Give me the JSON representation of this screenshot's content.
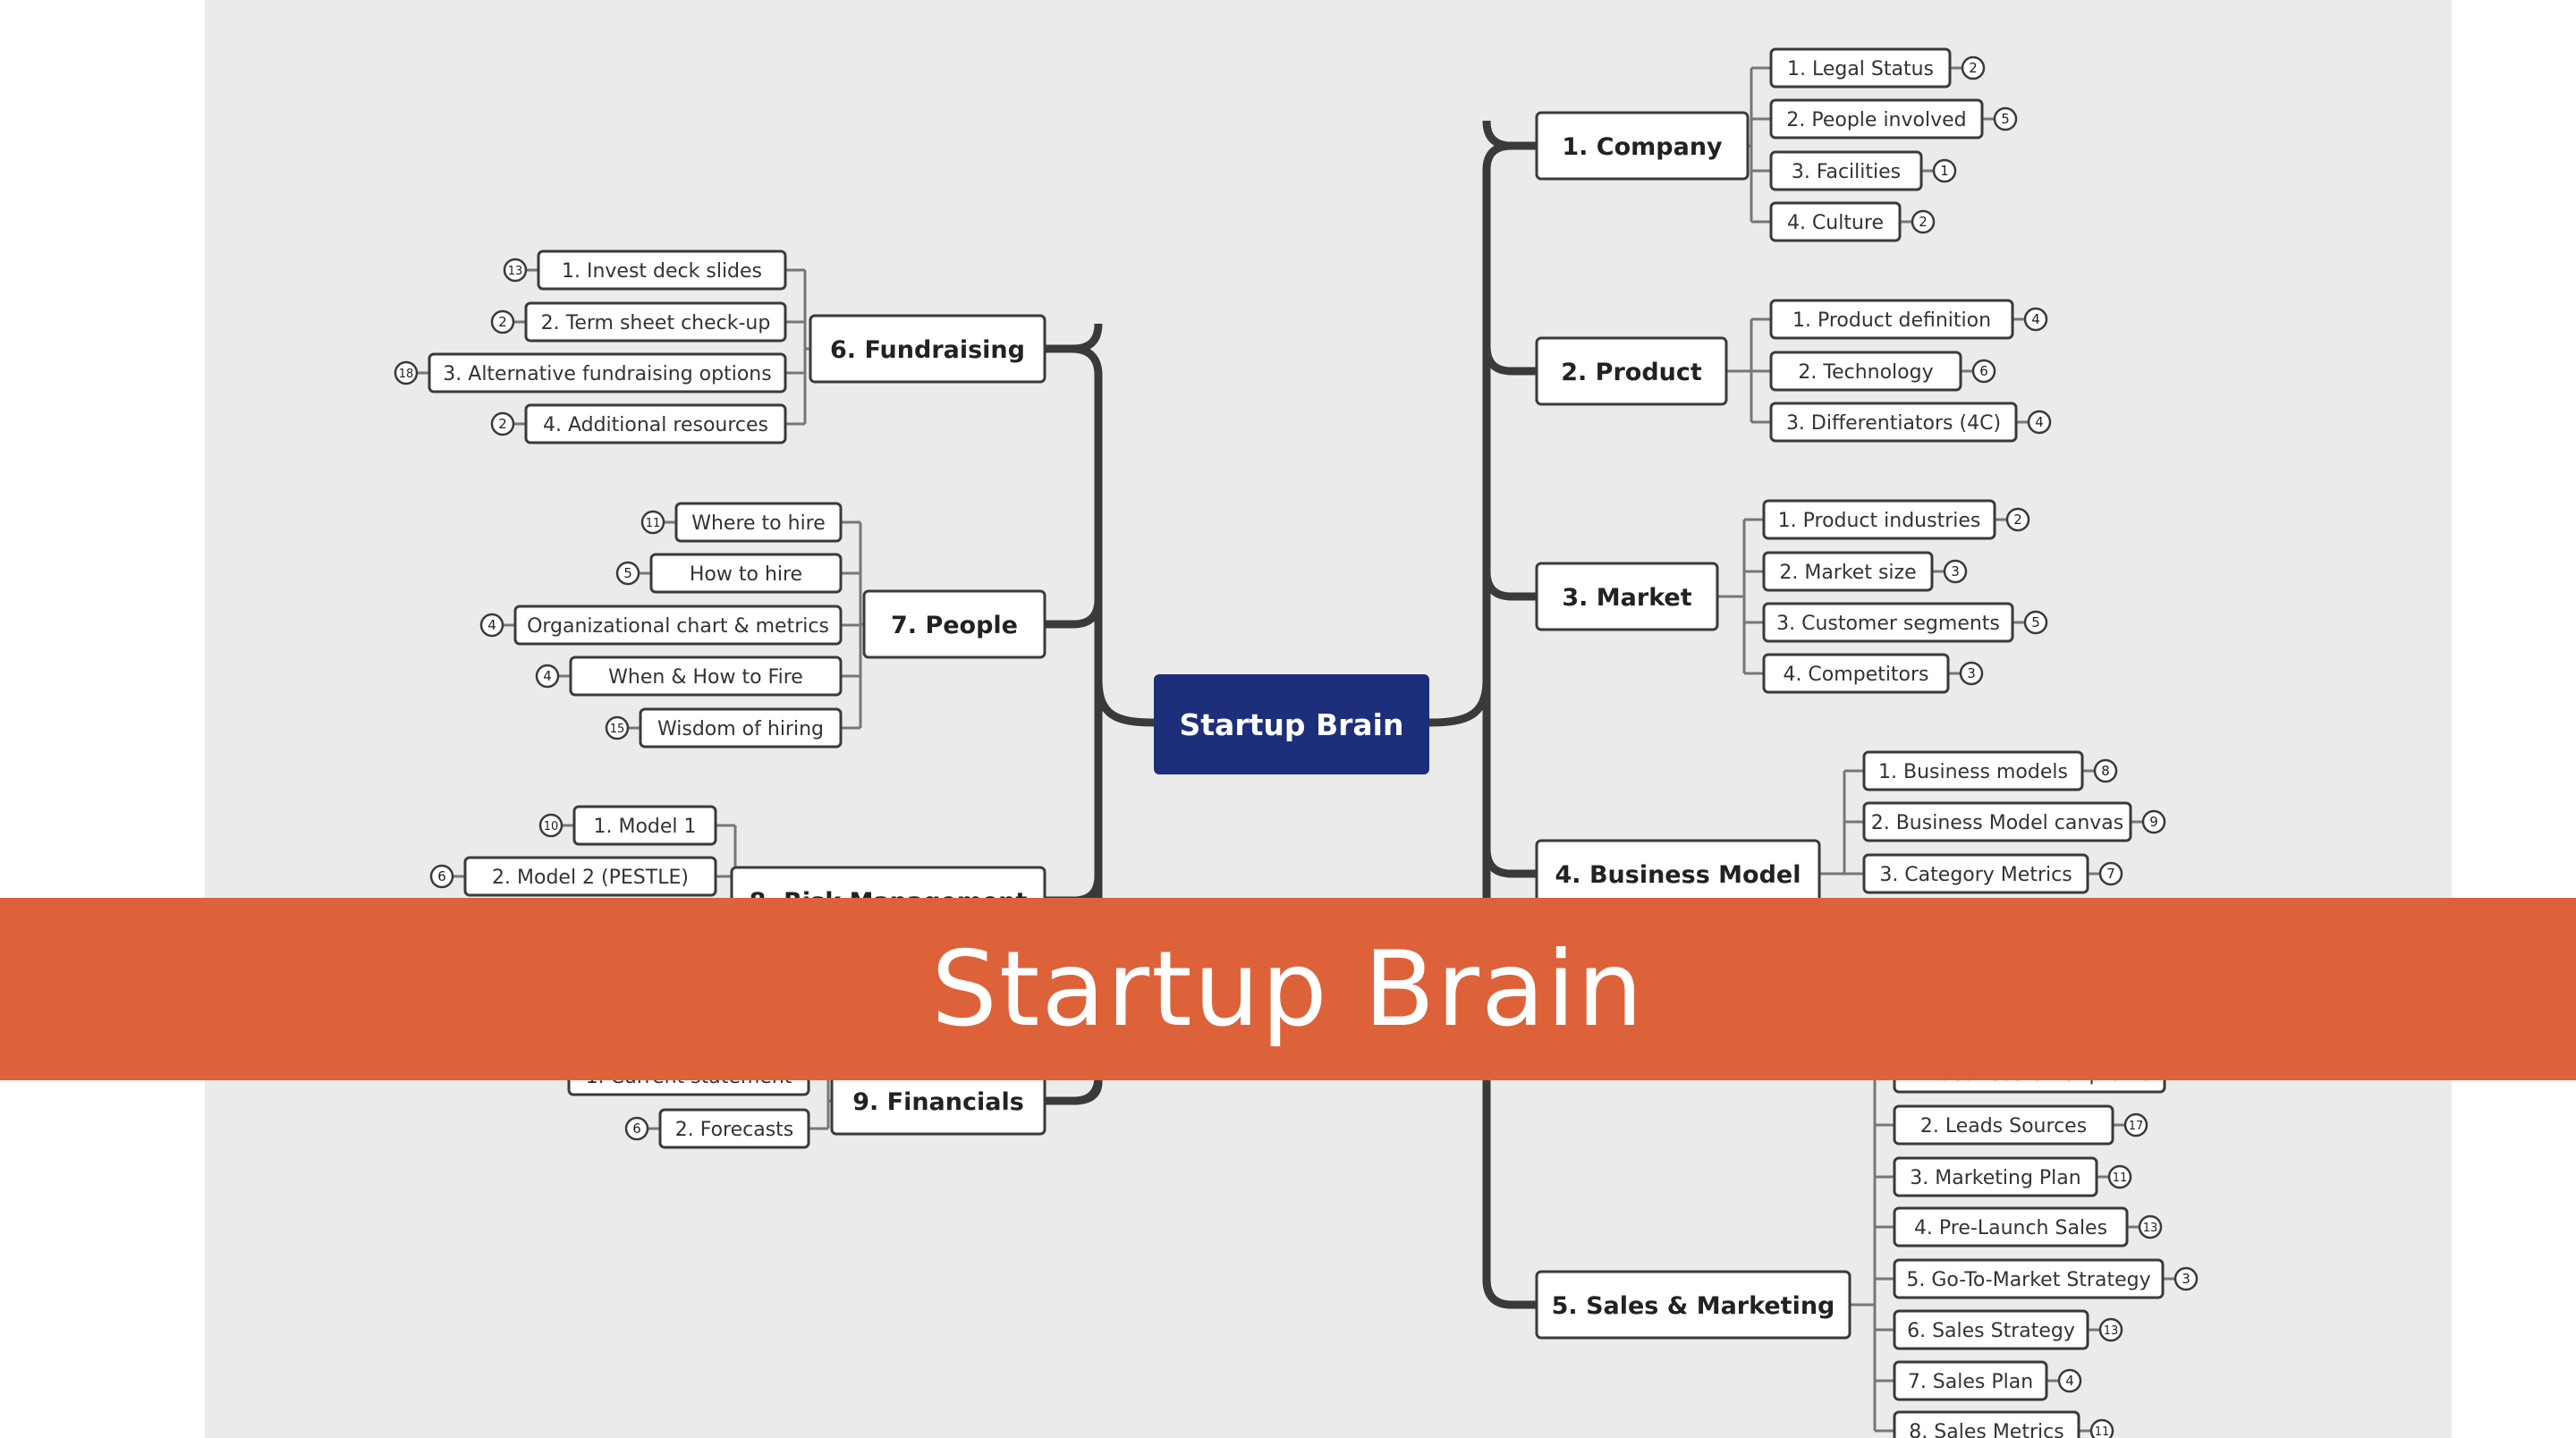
{
  "colors": {
    "background": "#ebebeb",
    "central_fill": "#1d2f7a",
    "central_text": "#ffffff",
    "lines": "#3a3a3a",
    "node_border": "#3a3a3a",
    "banner": "#dd623a",
    "banner_text": "#ffffff"
  },
  "banner": {
    "title": "Startup Brain"
  },
  "mindmap": {
    "central": "Startup Brain",
    "branches": [
      {
        "id": "company",
        "label": "1. Company",
        "children": [
          {
            "label": "1. Legal Status",
            "count": "2"
          },
          {
            "label": "2. People involved",
            "count": "5"
          },
          {
            "label": "3. Facilities",
            "count": "1"
          },
          {
            "label": "4. Culture",
            "count": "2"
          }
        ]
      },
      {
        "id": "product",
        "label": "2. Product",
        "children": [
          {
            "label": "1. Product definition",
            "count": "4"
          },
          {
            "label": "2. Technology",
            "count": "6"
          },
          {
            "label": "3. Differentiators (4C)",
            "count": "4"
          }
        ]
      },
      {
        "id": "market",
        "label": "3. Market",
        "children": [
          {
            "label": "1. Product industries",
            "count": "2"
          },
          {
            "label": "2. Market size",
            "count": "3"
          },
          {
            "label": "3. Customer segments",
            "count": "5"
          },
          {
            "label": "4. Competitors",
            "count": "3"
          }
        ]
      },
      {
        "id": "business",
        "label": "4. Business Model",
        "children": [
          {
            "label": "1. Business models",
            "count": "8"
          },
          {
            "label": "2. Business Model canvas",
            "count": "9"
          },
          {
            "label": "3. Category Metrics",
            "count": "7"
          }
        ]
      },
      {
        "id": "sales",
        "label": "5. Sales & Marketing",
        "children": [
          {
            "label": "1. Ideal Customer profile",
            "count": ""
          },
          {
            "label": "2. Leads Sources",
            "count": "17"
          },
          {
            "label": "3. Marketing Plan",
            "count": "11"
          },
          {
            "label": "4. Pre-Launch Sales",
            "count": "13"
          },
          {
            "label": "5. Go-To-Market Strategy",
            "count": "3"
          },
          {
            "label": "6. Sales Strategy",
            "count": "13"
          },
          {
            "label": "7. Sales Plan",
            "count": "4"
          },
          {
            "label": "8. Sales Metrics",
            "count": "11"
          }
        ]
      },
      {
        "id": "fundraising",
        "label": "6. Fundraising",
        "children": [
          {
            "label": "1. Invest deck slides",
            "count": "13"
          },
          {
            "label": "2. Term sheet check-up",
            "count": "2"
          },
          {
            "label": "3. Alternative fundraising options",
            "count": "18"
          },
          {
            "label": "4. Additional resources",
            "count": "2"
          }
        ]
      },
      {
        "id": "people",
        "label": "7. People",
        "children": [
          {
            "label": "Where to hire",
            "count": "11"
          },
          {
            "label": "How to hire",
            "count": "5"
          },
          {
            "label": "Organizational chart & metrics",
            "count": "4"
          },
          {
            "label": "When & How to Fire",
            "count": "4"
          },
          {
            "label": "Wisdom of hiring",
            "count": "15"
          }
        ]
      },
      {
        "id": "risk",
        "label": "8. Risk Management",
        "children": [
          {
            "label": "1. Model 1",
            "count": "10"
          },
          {
            "label": "2. Model 2 (PESTLE)",
            "count": "6"
          }
        ]
      },
      {
        "id": "financials",
        "label": "9. Financials",
        "children": [
          {
            "label": "1. Current statement",
            "count": ""
          },
          {
            "label": "2. Forecasts",
            "count": "6"
          }
        ]
      }
    ]
  }
}
